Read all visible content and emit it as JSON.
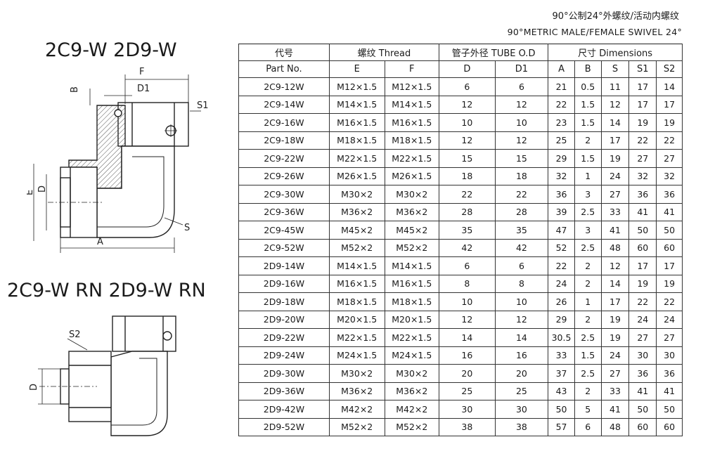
{
  "titles": {
    "top": "2C9-W  2D9-W",
    "bottom": "2C9-W RN  2D9-W RN"
  },
  "header": {
    "cn": "90°公制24°外螺纹/活动内螺纹",
    "en": "90°METRIC MALE/FEMALE SWIVEL 24°"
  },
  "drawing_labels": {
    "F": "F",
    "B": "B",
    "D1": "D1",
    "S1": "S1",
    "E": "E",
    "D": "D",
    "S": "S",
    "A": "A",
    "S2": "S2",
    "D_bottom": "D"
  },
  "table": {
    "group_headers": {
      "code": "代号",
      "thread": "螺纹 Thread",
      "tube": "管子外径 TUBE O.D",
      "dims": "尺寸 Dimensions"
    },
    "columns": [
      "Part No.",
      "E",
      "F",
      "D",
      "D1",
      "A",
      "B",
      "S",
      "S1",
      "S2"
    ],
    "rows": [
      [
        "2C9-12W",
        "M12×1.5",
        "M12×1.5",
        "6",
        "6",
        "21",
        "0.5",
        "11",
        "17",
        "14"
      ],
      [
        "2C9-14W",
        "M14×1.5",
        "M14×1.5",
        "12",
        "12",
        "22",
        "1.5",
        "12",
        "17",
        "17"
      ],
      [
        "2C9-16W",
        "M16×1.5",
        "M16×1.5",
        "10",
        "10",
        "23",
        "1.5",
        "14",
        "19",
        "19"
      ],
      [
        "2C9-18W",
        "M18×1.5",
        "M18×1.5",
        "12",
        "12",
        "25",
        "2",
        "17",
        "22",
        "22"
      ],
      [
        "2C9-22W",
        "M22×1.5",
        "M22×1.5",
        "15",
        "15",
        "29",
        "1.5",
        "19",
        "27",
        "27"
      ],
      [
        "2C9-26W",
        "M26×1.5",
        "M26×1.5",
        "18",
        "18",
        "32",
        "1",
        "24",
        "32",
        "32"
      ],
      [
        "2C9-30W",
        "M30×2",
        "M30×2",
        "22",
        "22",
        "36",
        "3",
        "27",
        "36",
        "36"
      ],
      [
        "2C9-36W",
        "M36×2",
        "M36×2",
        "28",
        "28",
        "39",
        "2.5",
        "33",
        "41",
        "41"
      ],
      [
        "2C9-45W",
        "M45×2",
        "M45×2",
        "35",
        "35",
        "47",
        "3",
        "41",
        "50",
        "50"
      ],
      [
        "2C9-52W",
        "M52×2",
        "M52×2",
        "42",
        "42",
        "52",
        "2.5",
        "48",
        "60",
        "60"
      ],
      [
        "2D9-14W",
        "M14×1.5",
        "M14×1.5",
        "6",
        "6",
        "22",
        "2",
        "12",
        "17",
        "17"
      ],
      [
        "2D9-16W",
        "M16×1.5",
        "M16×1.5",
        "8",
        "8",
        "24",
        "2",
        "14",
        "19",
        "19"
      ],
      [
        "2D9-18W",
        "M18×1.5",
        "M18×1.5",
        "10",
        "10",
        "26",
        "1",
        "17",
        "22",
        "22"
      ],
      [
        "2D9-20W",
        "M20×1.5",
        "M20×1.5",
        "12",
        "12",
        "29",
        "2",
        "19",
        "24",
        "24"
      ],
      [
        "2D9-22W",
        "M22×1.5",
        "M22×1.5",
        "14",
        "14",
        "30.5",
        "2.5",
        "19",
        "27",
        "27"
      ],
      [
        "2D9-24W",
        "M24×1.5",
        "M24×1.5",
        "16",
        "16",
        "33",
        "1.5",
        "24",
        "30",
        "30"
      ],
      [
        "2D9-30W",
        "M30×2",
        "M30×2",
        "20",
        "20",
        "37",
        "2.5",
        "27",
        "36",
        "36"
      ],
      [
        "2D9-36W",
        "M36×2",
        "M36×2",
        "25",
        "25",
        "43",
        "2",
        "33",
        "41",
        "41"
      ],
      [
        "2D9-42W",
        "M42×2",
        "M42×2",
        "30",
        "30",
        "50",
        "5",
        "41",
        "50",
        "50"
      ],
      [
        "2D9-52W",
        "M52×2",
        "M52×2",
        "38",
        "38",
        "57",
        "6",
        "48",
        "60",
        "60"
      ]
    ]
  }
}
